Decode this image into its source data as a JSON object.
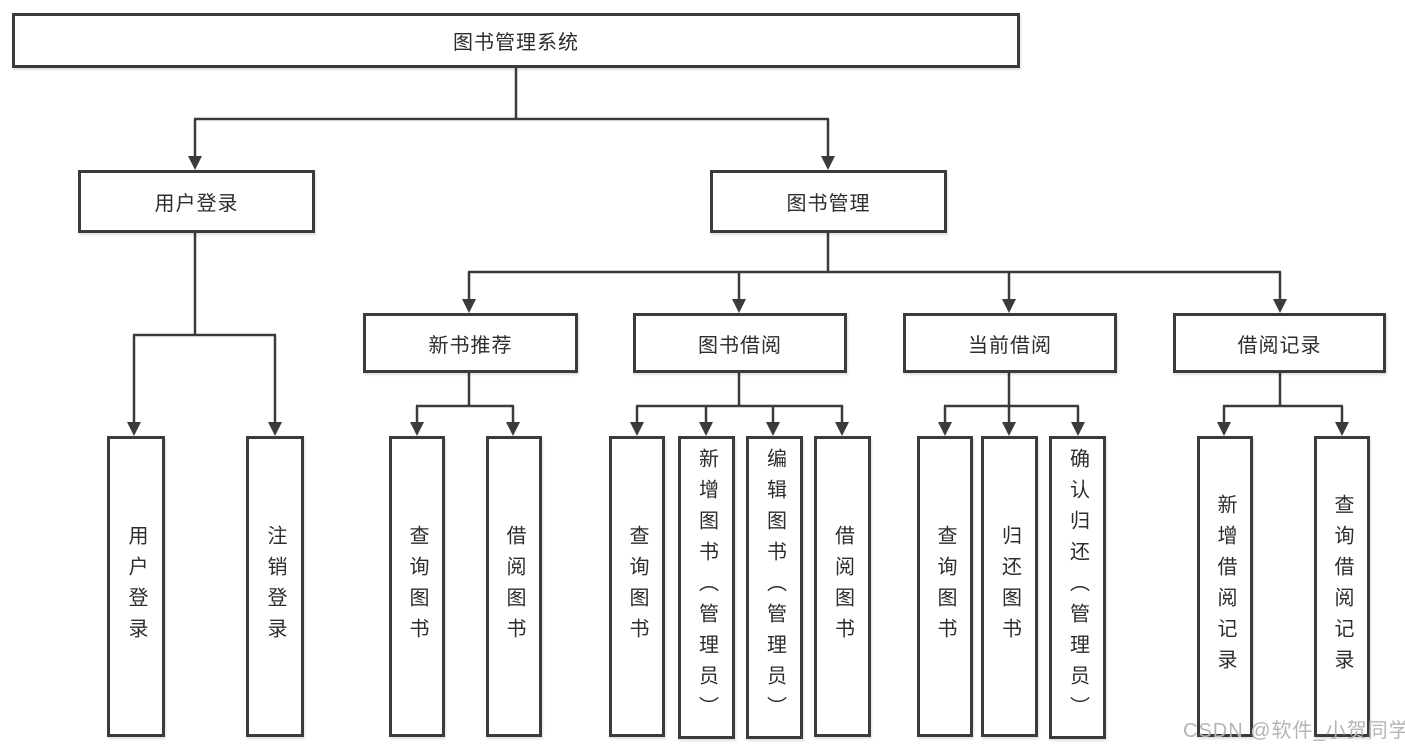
{
  "diagram_type": "hierarchy-tree",
  "tree": {
    "label": "图书管理系统",
    "children": [
      {
        "label": "用户登录",
        "children": [
          {
            "label": "用户登录"
          },
          {
            "label": "注销登录"
          }
        ]
      },
      {
        "label": "图书管理",
        "children": [
          {
            "label": "新书推荐",
            "children": [
              {
                "label": "查询图书"
              },
              {
                "label": "借阅图书"
              }
            ]
          },
          {
            "label": "图书借阅",
            "children": [
              {
                "label": "查询图书"
              },
              {
                "label": "新增图书（管理员）"
              },
              {
                "label": "编辑图书（管理员）"
              },
              {
                "label": "借阅图书"
              }
            ]
          },
          {
            "label": "当前借阅",
            "children": [
              {
                "label": "查询图书"
              },
              {
                "label": "归还图书"
              },
              {
                "label": "确认归还（管理员）"
              }
            ]
          },
          {
            "label": "借阅记录",
            "children": [
              {
                "label": "新增借阅记录"
              },
              {
                "label": "查询借阅记录"
              }
            ]
          }
        ]
      }
    ]
  },
  "watermark": "CSDN @软件_小贺同学",
  "colors": {
    "line": "#3b3b3b",
    "text": "#2d2d2d",
    "watermark_gray": "#b5b5b5",
    "background": "#ffffff"
  }
}
